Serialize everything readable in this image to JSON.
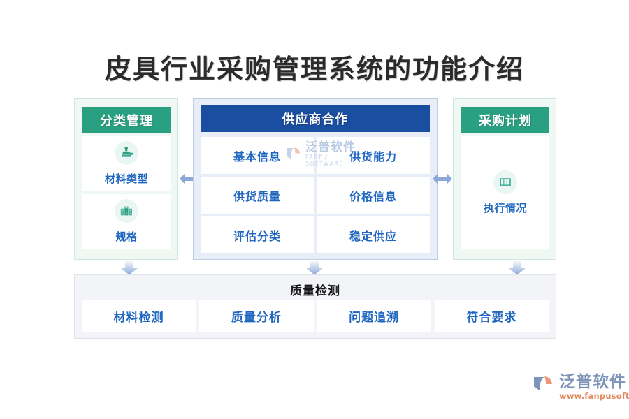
{
  "page": {
    "title": "皮具行业采购管理系统的功能介绍",
    "background": "#ffffff"
  },
  "colors": {
    "teal_header": "#2aa083",
    "blue_header": "#1a4ea1",
    "label_blue": "#1f66c0",
    "panel_green_bg": "#f0f8f4",
    "panel_blue_bg": "#e7eef8",
    "panel_gray_bg": "#f2f4f8",
    "arrow_blue": "#8ca8d8",
    "brand_blue": "#7e94b8",
    "brand_orange": "#e08a62"
  },
  "left_panel": {
    "header": "分类管理",
    "items": [
      {
        "label": "材料类型",
        "icon": "stamp-icon"
      },
      {
        "label": "规格",
        "icon": "books-icon"
      }
    ]
  },
  "center_panel": {
    "header": "供应商合作",
    "cells": [
      {
        "label": "基本信息"
      },
      {
        "label": "供货能力"
      },
      {
        "label": "供货质量"
      },
      {
        "label": "价格信息"
      },
      {
        "label": "评估分类"
      },
      {
        "label": "稳定供应"
      }
    ]
  },
  "right_panel": {
    "header": "采购计划",
    "items": [
      {
        "label": "执行情况",
        "icon": "archive-grid-icon"
      }
    ]
  },
  "bottom_panel": {
    "title": "质量检测",
    "cells": [
      {
        "label": "材料检测"
      },
      {
        "label": "质量分析"
      },
      {
        "label": "问题追溯"
      },
      {
        "label": "符合要求"
      }
    ]
  },
  "watermark": {
    "cn": "泛普软件",
    "en": "FANPU SOFTWARE"
  },
  "brand_logo": {
    "cn": "泛普软件",
    "url": "www.fanpusoft.com"
  },
  "arrows": {
    "horizontal_left": "double-arrow-horizontal-icon",
    "horizontal_right": "double-arrow-horizontal-icon",
    "down_1": "arrow-down-icon",
    "down_2": "arrow-down-icon",
    "down_3": "arrow-down-icon"
  }
}
